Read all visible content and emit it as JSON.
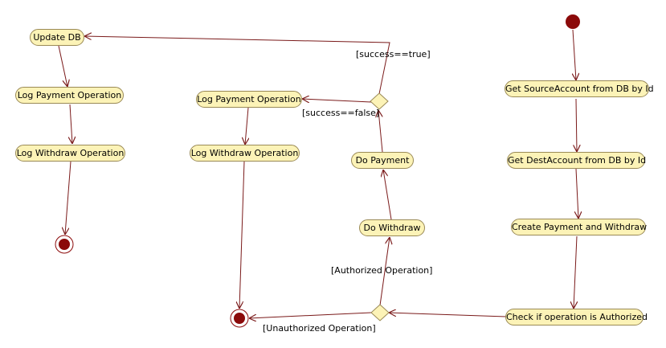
{
  "diagram": {
    "type": "uml-activity",
    "colors": {
      "activity_fill": "#fcf3b7",
      "activity_border": "#9a8a56",
      "flow": "#7a1a1a",
      "node_fill": "#8b0a0a"
    },
    "activities": {
      "update_db": "Update DB",
      "log_payment_left": "Log Payment Operation",
      "log_withdraw_left": "Log Withdraw Operation",
      "log_payment_mid": "Log Payment Operation",
      "log_withdraw_mid": "Log Withdraw Operation",
      "do_payment": "Do Payment",
      "do_withdraw": "Do Withdraw",
      "get_source": "Get SourceAccount from DB by Id",
      "get_dest": "Get DestAccount from DB by Id",
      "create_payment": "Create Payment and Withdraw",
      "check_authorized": "Check if operation is Authorized"
    },
    "guards": {
      "success_true": "[success==true]",
      "success_false": "[success==false]",
      "authorized": "[Authorized Operation]",
      "unauthorized": "[Unauthorized Operation]"
    },
    "nodes": {
      "initial": "initial-node",
      "final_left": "final-node",
      "final_mid": "final-node",
      "decision_auth": "decision-node",
      "decision_success": "decision-node"
    }
  }
}
